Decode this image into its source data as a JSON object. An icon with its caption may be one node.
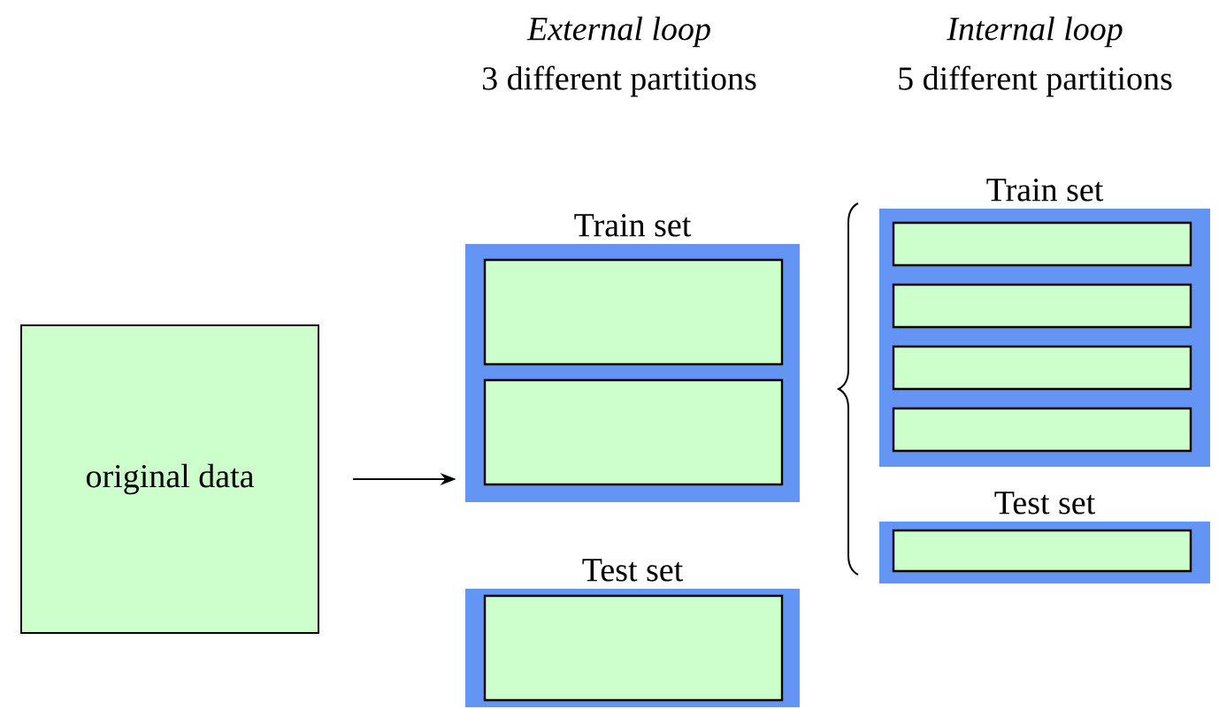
{
  "diagram": {
    "nodes": [
      {
        "text": [
          "original data"
        ]
      },
      {
        "text": [
          "Train set"
        ]
      },
      {
        "text": [],
        "shape": "box",
        "in": 1
      },
      {
        "text": [],
        "shape": "box",
        "in": 1
      },
      {
        "text": [
          "Test set"
        ]
      },
      {
        "text": [],
        "shape": "box",
        "in": 4
      },
      {
        "text": [
          "Train set"
        ]
      },
      {
        "text": [],
        "shape": "box",
        "in": 6
      },
      {
        "text": [],
        "shape": "box",
        "in": 6
      },
      {
        "text": [],
        "shape": "box",
        "in": 6
      },
      {
        "text": [],
        "shape": "box",
        "in": 6
      },
      {
        "text": [
          "Test set"
        ]
      },
      {
        "text": [],
        "shape": "box",
        "in": 11
      }
    ],
    "edges": [
      {
        "from": 0,
        "to": 1,
        "arrow": "to"
      }
    ],
    "labels": [
      "External loop",
      "3 different partitions",
      "Internal loop",
      "5 different partitions"
    ]
  }
}
